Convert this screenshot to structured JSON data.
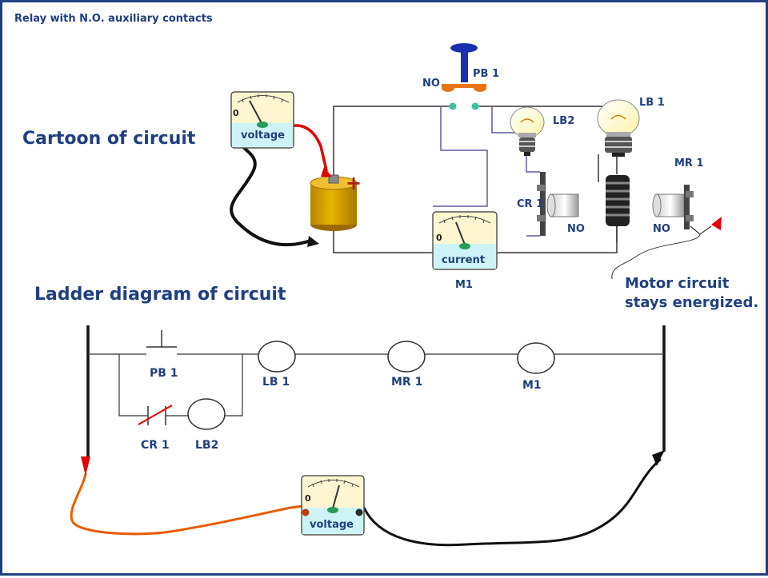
{
  "slide": {
    "title": "Relay with N.O. auxiliary contacts",
    "cartoon_heading": "Cartoon of circuit",
    "ladder_heading": "Ladder diagram of circuit",
    "note_line1": "Motor circuit",
    "note_line2": "stays energized."
  },
  "cartoon": {
    "pb1": "PB 1",
    "no_pb": "NO",
    "lb1": "LB 1",
    "lb2": "LB2",
    "mr1": "MR 1",
    "cr1": "CR 1",
    "no_cr": "NO",
    "no_mr": "NO",
    "m1": "M1"
  },
  "meters": {
    "voltage_top": {
      "label": "voltage",
      "zero": "0"
    },
    "current": {
      "label": "current",
      "zero": "0"
    },
    "voltage_bottom": {
      "label": "voltage",
      "zero": "0"
    }
  },
  "battery": {
    "plus": "+"
  },
  "ladder": {
    "pb1": "PB 1",
    "lb1": "LB 1",
    "mr1": "MR 1",
    "m1": "M1",
    "cr1": "CR 1",
    "lb2": "LB2"
  },
  "colors": {
    "text": "#1f3f7f",
    "wire_blue": "#5a5aa8",
    "meter_face": "#fdf6d0",
    "meter_low": "#cdf3f7",
    "battery": "#d4a000",
    "red_lead": "#e00000",
    "orange_lead": "#e65c00"
  }
}
